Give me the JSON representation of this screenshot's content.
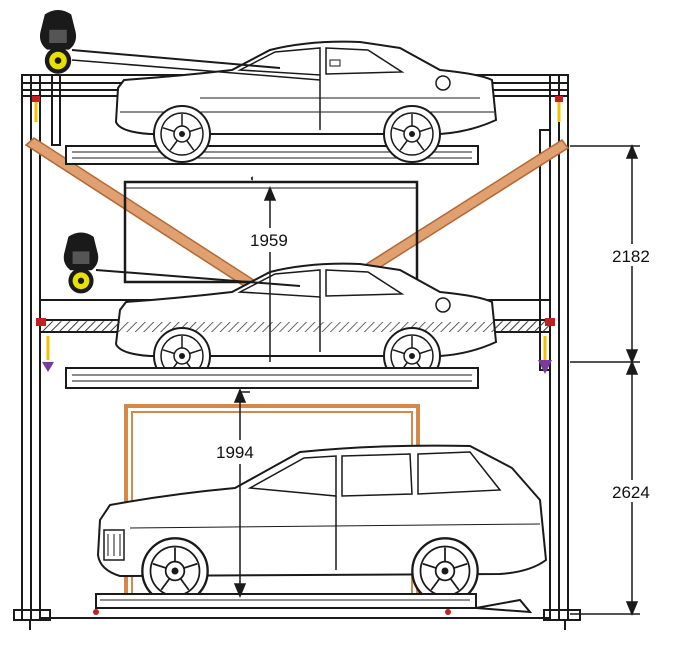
{
  "dimensions": {
    "upper_total": "2182",
    "lower_total": "2624",
    "mid_clearance": "1959",
    "ground_clearance": "1994"
  },
  "colors": {
    "line": "#1a1a1a",
    "brace": "#e0a070",
    "brace_edge": "#b06a38",
    "gate": "#d4884a",
    "motor": "#e8e000",
    "actuator": "#f2c200",
    "accent_purple": "#7a3a9a",
    "accent_red": "#c02020"
  },
  "icons": {
    "top_motor": "motor-icon",
    "mid_motor": "motor-icon"
  }
}
